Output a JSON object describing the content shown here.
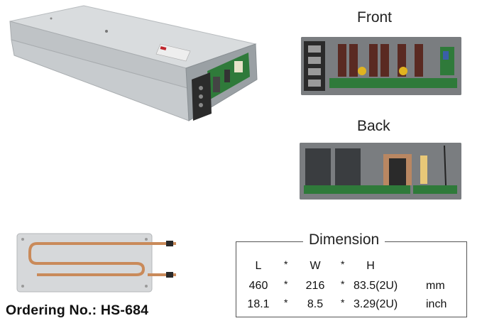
{
  "labels": {
    "front": "Front",
    "back": "Back",
    "dimension": "Dimension"
  },
  "ordering": {
    "text": "Ordering No.: HS-684"
  },
  "dimension": {
    "headers": [
      "L",
      "*",
      "W",
      "*",
      "H"
    ],
    "rows": [
      {
        "l": "460",
        "star1": "*",
        "w": "216",
        "star2": "*",
        "h": "83.5(2U)",
        "unit": "mm"
      },
      {
        "l": "18.1",
        "star1": "*",
        "w": "8.5",
        "star2": "*",
        "h": "3.29(2U)",
        "unit": "inch"
      }
    ]
  },
  "colors": {
    "enclosure": "#cfd2d4",
    "pcb_green": "#2f7a3a",
    "copper": "#c98a5a",
    "plate": "#d6d8da"
  }
}
